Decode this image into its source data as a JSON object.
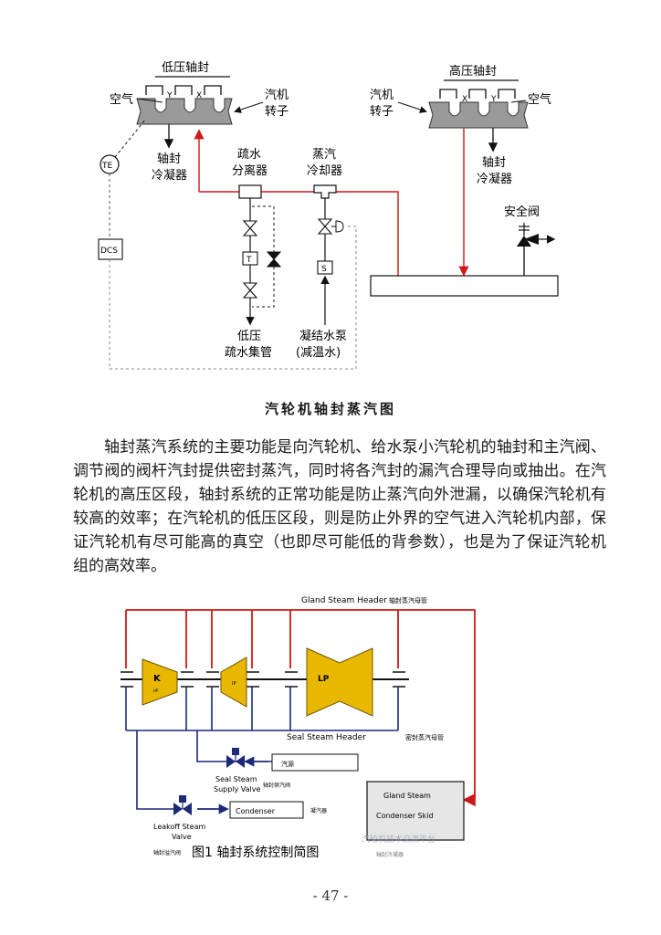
{
  "figure1": {
    "lp_seal_label": "低压轴封",
    "hp_seal_label": "高压轴封",
    "air_left": "空气",
    "air_right": "空气",
    "rotor_left_1": "汽机",
    "rotor_left_2": "转子",
    "rotor_right_1": "汽机",
    "rotor_right_2": "转子",
    "gap_y": "Y",
    "gap_x": "X",
    "te_label": "TE",
    "dcs_label": "DCS",
    "condenser_left_1": "轴封",
    "condenser_left_2": "冷凝器",
    "condenser_right_1": "轴封",
    "condenser_right_2": "冷凝器",
    "separator_1": "疏水",
    "separator_2": "分离器",
    "desuperheater_1": "蒸汽",
    "desuperheater_2": "冷却器",
    "trap_label": "T",
    "spray_label": "S",
    "lp_drain_1": "低压",
    "lp_drain_2": "疏水集管",
    "pump_1": "凝结水泵",
    "pump_2": "(减温水)",
    "safety_valve": "安全阀",
    "caption": "汽轮机轴封蒸汽图"
  },
  "paragraph": "轴封蒸汽系统的主要功能是向汽轮机、给水泵小汽轮机的轴封和主汽阀、调节阀的阀杆汽封提供密封蒸汽，同时将各汽封的漏汽合理导向或抽出。在汽轮机的高压区段，轴封系统的正常功能是防止蒸汽向外泄漏，以确保汽轮机有较高的效率；在汽轮机的低压区段，则是防止外界的空气进入汽轮机内部，保证汽轮机有尽可能高的真空（也即尽可能低的背参数），也是为了保证汽轮机组的高效率。",
  "figure2": {
    "gland_header_en": "Gland Steam Header",
    "gland_header_cn": "轴封蒸汽母管",
    "k_label": "K",
    "k_sub": "HP",
    "ip_label": "IP",
    "lp_label": "LP",
    "seal_header_en": "Seal Steam Header",
    "seal_header_cn": "密封蒸汽母管",
    "supply_box": "汽源",
    "supply_valve_1": "Seal Steam",
    "supply_valve_2": "Supply Valve",
    "supply_valve_cn": "轴封供汽阀",
    "condenser_box": "Condenser",
    "condenser_cn": "凝汽器",
    "leakoff_1": "Leakoff Steam",
    "leakoff_2": "Valve",
    "leakoff_cn": "轴封溢汽阀",
    "skid_1": "Gland Steam",
    "skid_2": "Condenser Skid",
    "skid_cn": "轴封冷凝器",
    "caption": "图1  轴封系统控制简图",
    "watermark": "汽轮机技术交流平台"
  },
  "page_number": "- 47 -",
  "colors": {
    "steam_red": "#d01818",
    "turbine_yellow": "#e8b800",
    "leak_navy": "#1c2a78",
    "dashed_gray": "#888888"
  }
}
